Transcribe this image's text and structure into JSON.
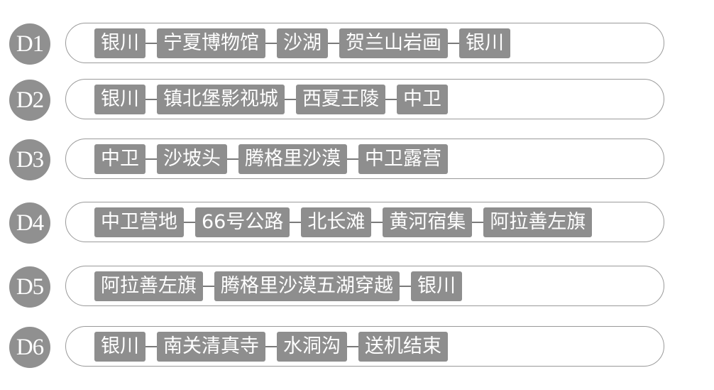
{
  "itinerary": [
    {
      "day": "D1",
      "stops": [
        "银川",
        "宁夏博物馆",
        "沙湖",
        "贺兰山岩画",
        "银川"
      ]
    },
    {
      "day": "D2",
      "stops": [
        "银川",
        "镇北堡影视城",
        "西夏王陵",
        "中卫"
      ]
    },
    {
      "day": "D3",
      "stops": [
        "中卫",
        "沙坡头",
        "腾格里沙漠",
        "中卫露营"
      ]
    },
    {
      "day": "D4",
      "stops": [
        "中卫营地",
        "66号公路",
        "北长滩",
        "黄河宿集",
        "阿拉善左旗"
      ]
    },
    {
      "day": "D5",
      "stops": [
        "阿拉善左旗",
        "腾格里沙漠五湖穿越",
        "银川"
      ]
    },
    {
      "day": "D6",
      "stops": [
        "银川",
        "南关清真寺",
        "水洞沟",
        "送机结束"
      ]
    }
  ],
  "colors": {
    "badge": "#909090",
    "stop_box": "#8e8e8e",
    "pill_border": "#9a9a9a",
    "text": "#ffffff"
  }
}
